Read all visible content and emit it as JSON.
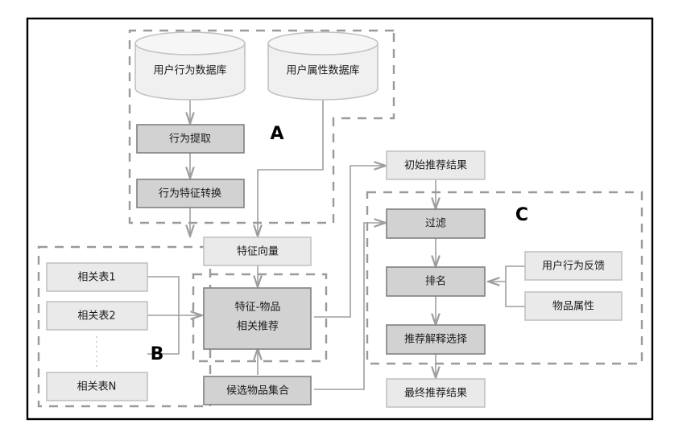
{
  "diagram": {
    "title": "推荐系统流程图",
    "colors": {
      "box_dark_fill": "#d2d2d2",
      "box_dark_stroke": "#808080",
      "box_light_fill": "#eaeaea",
      "box_light_stroke": "#c2c2c2",
      "cylinder_fill": "#f0f0f0",
      "group_dash_stroke": "#9a9a9a",
      "connector_stroke": "#9e9e9e",
      "frame_stroke": "#000000",
      "text": "#1a1a1a"
    },
    "groups": [
      {
        "id": "A",
        "letter": "A"
      },
      {
        "id": "B",
        "letter": "B"
      },
      {
        "id": "C",
        "letter": "C"
      }
    ],
    "nodes": [
      {
        "id": "user-behavior-db",
        "label": "用户行为数据库",
        "shape": "cylinder",
        "style": "light"
      },
      {
        "id": "user-attribute-db",
        "label": "用户属性数据库",
        "shape": "cylinder",
        "style": "light"
      },
      {
        "id": "behavior-extraction",
        "label": "行为提取",
        "shape": "rect",
        "style": "dark"
      },
      {
        "id": "behavior-feature-transform",
        "label": "行为特征转换",
        "shape": "rect",
        "style": "dark"
      },
      {
        "id": "feature-vector",
        "label": "特征向量",
        "shape": "rect",
        "style": "light"
      },
      {
        "id": "relation-table-1",
        "label": "相关表1",
        "shape": "rect",
        "style": "light"
      },
      {
        "id": "relation-table-2",
        "label": "相关表2",
        "shape": "rect",
        "style": "light"
      },
      {
        "id": "relation-table-n",
        "label": "相关表N",
        "shape": "rect",
        "style": "light"
      },
      {
        "id": "feature-item-recommend",
        "label": "特征-物品\n相关推荐",
        "shape": "rect",
        "style": "dark"
      },
      {
        "id": "candidate-item-set",
        "label": "候选物品集合",
        "shape": "rect",
        "style": "dark"
      },
      {
        "id": "initial-recommend-result",
        "label": "初始推荐结果",
        "shape": "rect",
        "style": "light"
      },
      {
        "id": "filter",
        "label": "过滤",
        "shape": "rect",
        "style": "dark"
      },
      {
        "id": "ranking",
        "label": "排名",
        "shape": "rect",
        "style": "dark"
      },
      {
        "id": "recommend-explain-select",
        "label": "推荐解释选择",
        "shape": "rect",
        "style": "dark"
      },
      {
        "id": "final-recommend-result",
        "label": "最终推荐结果",
        "shape": "rect",
        "style": "light"
      },
      {
        "id": "user-behavior-feedback",
        "label": "用户行为反馈",
        "shape": "rect",
        "style": "light"
      },
      {
        "id": "item-attribute",
        "label": "物品属性",
        "shape": "rect",
        "style": "light"
      }
    ],
    "labels": {
      "user-behavior-db": "用户行为数据库",
      "user-attribute-db": "用户属性数据库",
      "behavior-extraction": "行为提取",
      "behavior-feature-transform": "行为特征转换",
      "feature-vector": "特征向量",
      "relation-table-1": "相关表1",
      "relation-table-2": "相关表2",
      "relation-table-n": "相关表N",
      "feature-item-recommend-line1": "特征-物品",
      "feature-item-recommend-line2": "相关推荐",
      "candidate-item-set": "候选物品集合",
      "initial-recommend-result": "初始推荐结果",
      "filter": "过滤",
      "ranking": "排名",
      "recommend-explain-select": "推荐解释选择",
      "final-recommend-result": "最终推荐结果",
      "user-behavior-feedback": "用户行为反馈",
      "item-attribute": "物品属性",
      "group-a": "A",
      "group-b": "B",
      "group-c": "C"
    }
  }
}
